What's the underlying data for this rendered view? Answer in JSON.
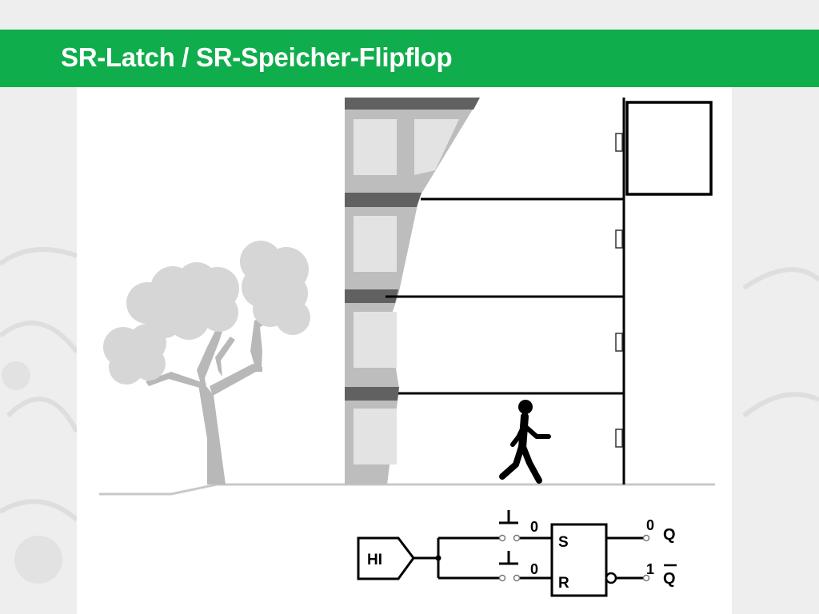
{
  "slide": {
    "title": "SR-Latch / SR-Speicher-Flipflop",
    "accent_color": "#10ad4d"
  },
  "scene": {
    "elements": [
      "tree-icon",
      "building-icon",
      "elevator-shaft",
      "elevator-car",
      "floor-call-buttons",
      "walking-person-icon"
    ]
  },
  "circuit": {
    "source_label": "HI",
    "switch_s_value": "0",
    "switch_r_value": "0",
    "gate_input_s": "S",
    "gate_input_r": "R",
    "output_q_value": "0",
    "output_qbar_value": "1",
    "output_q_label": "Q",
    "output_qbar_label": "Q"
  }
}
